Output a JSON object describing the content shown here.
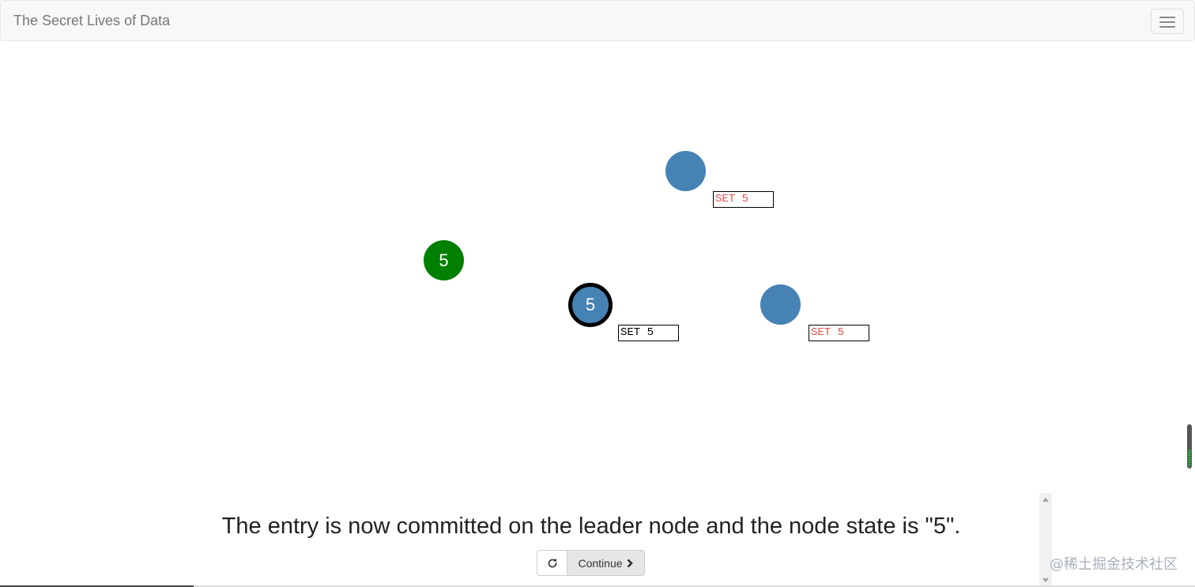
{
  "navbar": {
    "brand": "The Secret Lives of Data",
    "menu_icon": "hamburger-icon"
  },
  "colors": {
    "follower": "#4682b4",
    "client": "#008000",
    "log_committed": "#000000",
    "log_uncommitted": "#e0504a"
  },
  "client": {
    "value": "5"
  },
  "nodes": [
    {
      "role": "follower",
      "value": "",
      "log": "SET 5",
      "committed": false
    },
    {
      "role": "leader",
      "value": "5",
      "log": "SET 5",
      "committed": true
    },
    {
      "role": "follower",
      "value": "",
      "log": "SET 5",
      "committed": false
    }
  ],
  "caption": "The entry is now committed on the leader node and the node state is \"5\".",
  "controls": {
    "replay_icon": "replay-icon",
    "continue_label": "Continue",
    "continue_icon": "chevron-right-icon"
  },
  "watermark": "@稀土掘金技术社区"
}
